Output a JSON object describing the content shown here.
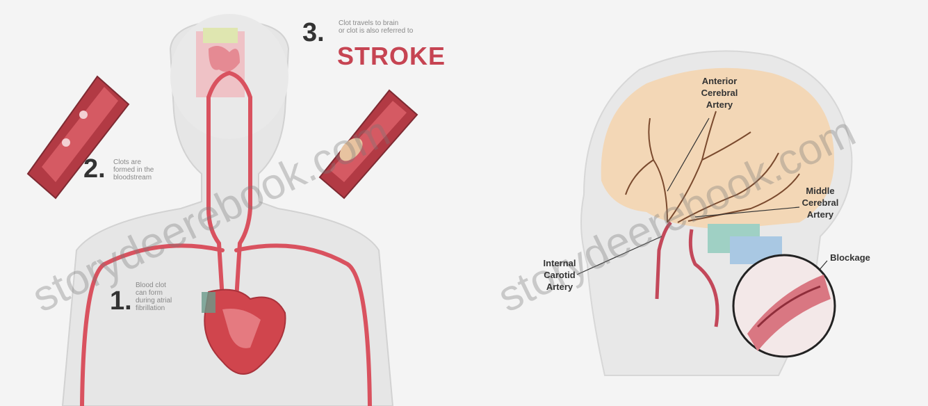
{
  "left_figure": {
    "step3": {
      "number": "3.",
      "caption_lines": [
        "Clot travels to brain",
        "or clot is also referred to"
      ],
      "title": "STROKE"
    },
    "step2": {
      "number": "2.",
      "caption_lines": [
        "Clots are",
        "formed in the",
        "bloodstream"
      ]
    },
    "step1": {
      "number": "1.",
      "caption_lines": [
        "Blood clot",
        "can form",
        "during atrial",
        "fibrillation"
      ]
    }
  },
  "right_figure": {
    "anterior": [
      "Anterior",
      "Cerebral",
      "Artery"
    ],
    "middle": [
      "Middle",
      "Cerebral",
      "Artery"
    ],
    "internal": [
      "Internal",
      "Carotid",
      "Artery"
    ],
    "blockage": "Blockage"
  },
  "watermark": "storydeerebook.com",
  "colors": {
    "artery_red": "#d9525f",
    "stroke_red": "#c64452",
    "brain_tan": "#f3d7b6",
    "skin": "#e8e8e8"
  }
}
